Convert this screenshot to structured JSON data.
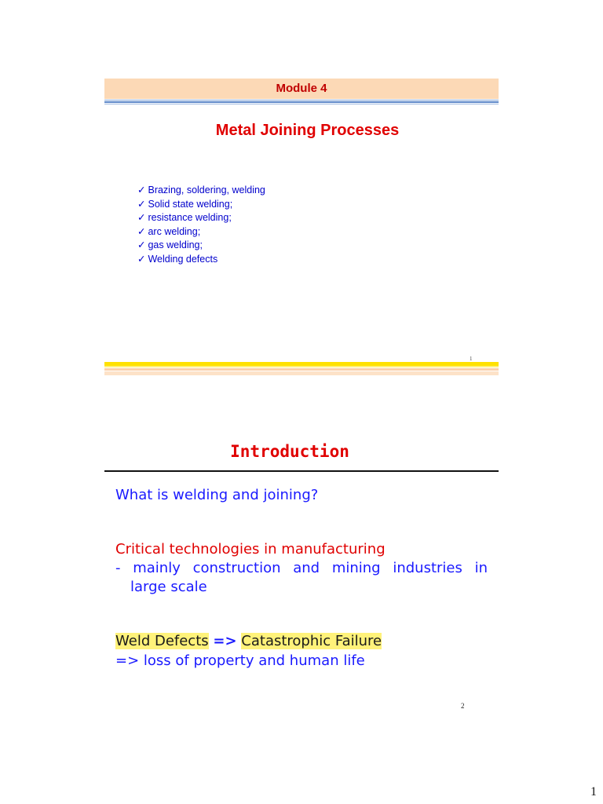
{
  "slide1": {
    "module_label": "Module 4",
    "title": "Metal Joining Processes",
    "check_glyph": "✓",
    "topics": [
      "Brazing, soldering, welding",
      "Solid state welding;",
      "resistance welding;",
      "arc welding;",
      "gas welding;",
      "Welding defects"
    ],
    "page_number": "1"
  },
  "slide2": {
    "title": "Introduction",
    "question": "What is welding and joining?",
    "critical": "Critical technologies in manufacturing",
    "detail_line1": "- mainly construction and mining industries in",
    "detail_line2": "large scale",
    "weld_defects": "Weld Defects",
    "arrow": "=>",
    "catastrophic": "Catastrophic Failure",
    "loss": "=> loss of property and human life",
    "page_number": "2"
  },
  "document": {
    "page_number": "1"
  },
  "colors": {
    "title_red": "#e00000",
    "text_blue": "#1a1aff",
    "highlight_yellow": "#fff27a",
    "header_peach": "#fcd9b6",
    "footer_yellow": "#ffe100"
  }
}
